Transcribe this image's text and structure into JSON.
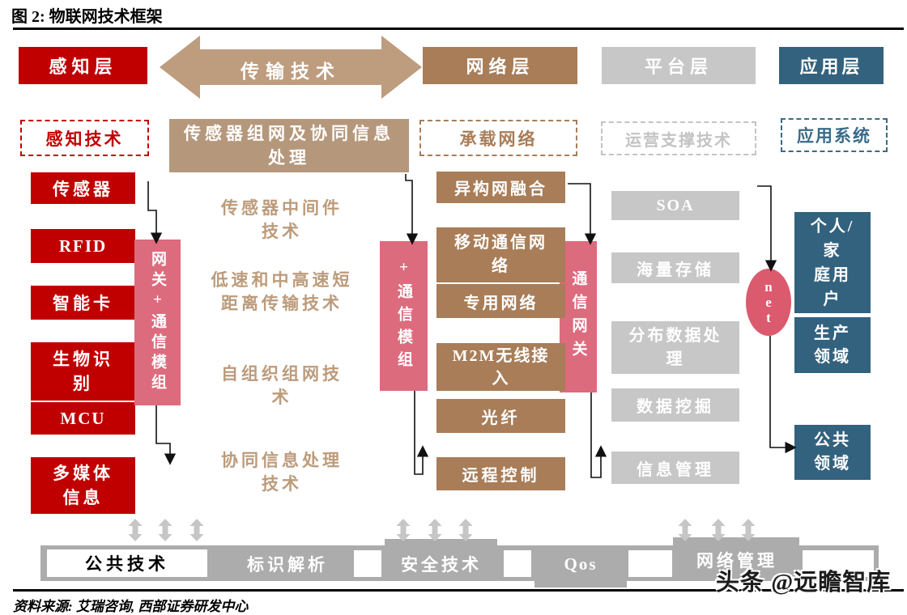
{
  "figure": {
    "title": "图 2: 物联网技术框架",
    "source": "资料来源: 艾瑞咨询, 西部证券研发中心",
    "watermark": "头条 @远瞻智库"
  },
  "layers": {
    "perception": "感知层",
    "transmission_arrow": "传输技术",
    "network": "网络层",
    "platform": "平台层",
    "application": "应用层"
  },
  "tech_row": {
    "perception_tech": "感知技术",
    "sensor_network": "传感器组网及协同信息\n处理",
    "bearer_network": "承载网络",
    "operation_support": "运营支撑技术",
    "application_system": "应用系统"
  },
  "perception_items": [
    "传感器",
    "RFID",
    "智能卡",
    "生物识\n别",
    "MCU",
    "多媒体\n信息"
  ],
  "gateways": {
    "g1": "网关+通信模组",
    "g2": "+通信模组",
    "g3": "通信网关",
    "net": "n\ne\nt"
  },
  "transmission_items": [
    "传感器中间件\n技术",
    "低速和中高速短\n距离传输技术",
    "自组织组网技\n术",
    "协同信息处理\n技术"
  ],
  "network_items": [
    "异构网融合",
    "移动通信网\n络",
    "专用网络",
    "M2M无线接\n入",
    "光纤",
    "远程控制"
  ],
  "platform_items": [
    "SOA",
    "海量存储",
    "分布数据处\n理",
    "数据挖掘",
    "信息管理"
  ],
  "application_items": [
    "个人/\n家\n庭用\n户",
    "生产\n领域",
    "公共\n领域"
  ],
  "common_bar": {
    "title": "公共技术",
    "items": [
      "标识解析",
      "安全技术",
      "Qos",
      "网络管理"
    ]
  },
  "colors": {
    "red": "#C00000",
    "tan_arrow": "#BE9C7E",
    "tan_box": "#B5987C",
    "brown": "#A87D58",
    "gray_box": "#C7C7C7",
    "gray_text": "#C4C4C4",
    "dark_blue": "#33627E",
    "pink": "#DD6B7E",
    "net_pink": "#DB5A6D",
    "bar_gray": "#ACACAC"
  }
}
